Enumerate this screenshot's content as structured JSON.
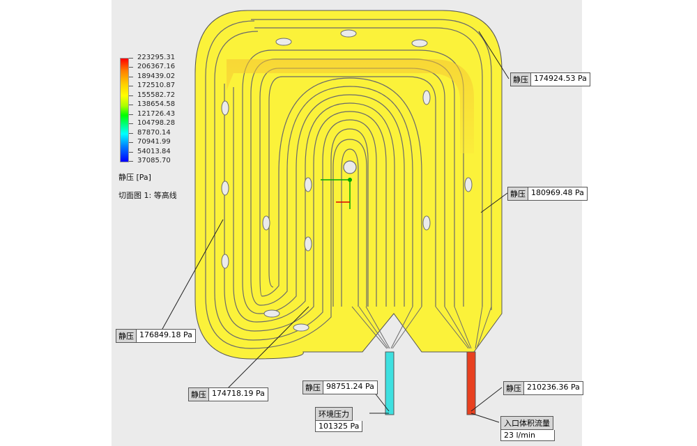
{
  "legend": {
    "ticks": [
      "223295.31",
      "206367.16",
      "189439.02",
      "172510.87",
      "155582.72",
      "138654.58",
      "121726.43",
      "104798.28",
      "87870.14",
      "70941.99",
      "54013.84",
      "37085.70"
    ],
    "unit_label": "静压 [Pa]",
    "plot_label": "切面图 1: 等高线"
  },
  "callouts": {
    "c1": {
      "key": "静压",
      "value": "174924.53 Pa"
    },
    "c2": {
      "key": "静压",
      "value": "180969.48 Pa"
    },
    "c3": {
      "key": "静压",
      "value": "176849.18 Pa"
    },
    "c4": {
      "key": "静压",
      "value": "174718.19 Pa"
    },
    "c5": {
      "key": "静压",
      "value": "98751.24 Pa"
    },
    "c6": {
      "key": "静压",
      "value": "210236.36 Pa"
    }
  },
  "boundary": {
    "outlet": {
      "name": "环境压力",
      "value": "101325 Pa"
    },
    "inlet": {
      "name": "入口体积流量",
      "value": "23 l/min"
    }
  },
  "colors": {
    "fluid": "#fbf23a",
    "fluid_orange": "#f5c531",
    "outlet_pipe": "#3ee0e0",
    "inlet_pipe": "#e8401f",
    "background": "#ebebeb"
  }
}
